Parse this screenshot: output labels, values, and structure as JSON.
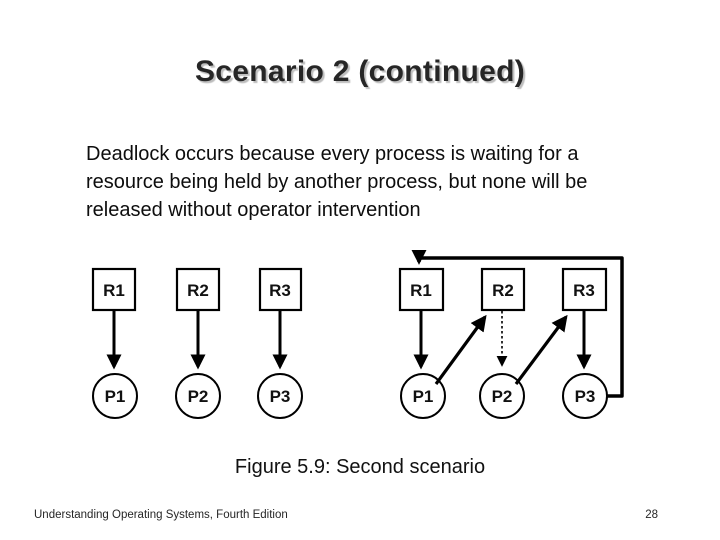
{
  "slide": {
    "title": "Scenario 2 (continued)",
    "body": "Deadlock occurs because every process is waiting for a resource being held by another process, but none will be released without operator intervention",
    "caption": "Figure 5.9: Second scenario",
    "footer": "Understanding Operating Systems, Fourth Edition",
    "page_number": "28"
  },
  "diagram": {
    "left": {
      "description": "Each resource assigned to one process, no cycle",
      "resources": [
        "R1",
        "R2",
        "R3"
      ],
      "processes": [
        "P1",
        "P2",
        "P3"
      ],
      "edges": [
        "R1->P1",
        "R2->P2",
        "R3->P3"
      ]
    },
    "right": {
      "description": "Deadlock cycle: every process waits on a resource held by another",
      "resources": [
        "R1",
        "R2",
        "R3"
      ],
      "processes": [
        "P1",
        "P2",
        "P3"
      ],
      "edges": [
        "R1->P1",
        "R2->P2",
        "R3->P3",
        "P1->R2",
        "P2->R3",
        "P3->R1"
      ]
    }
  },
  "colors": {
    "background": "#ffffff",
    "text": "#0d0d0d",
    "line": "#000000",
    "title_shadow": "#bdbdbd"
  }
}
